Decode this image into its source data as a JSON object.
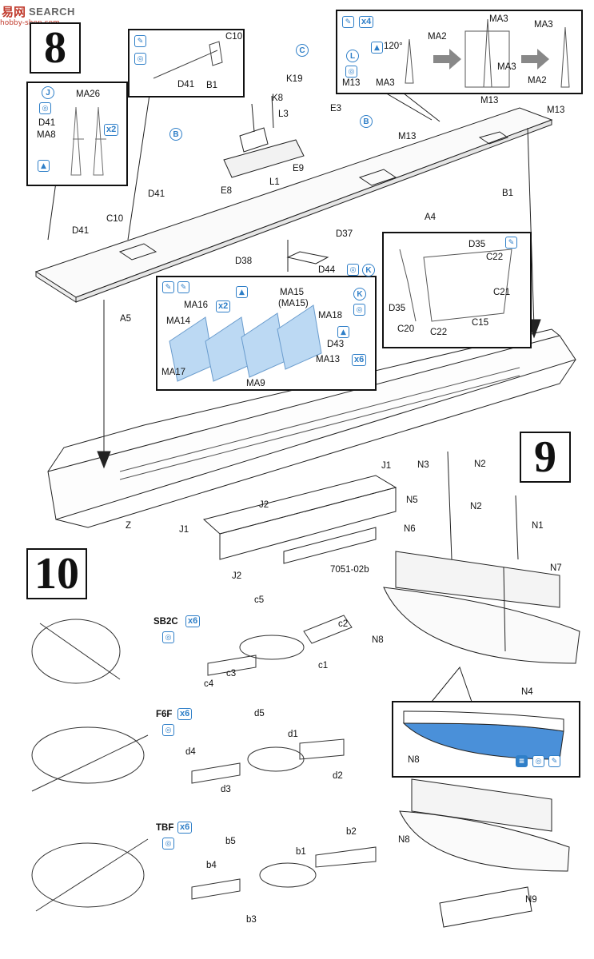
{
  "watermark": {
    "logo": "易网",
    "site": "hobby-shop.com",
    "search": "SEARCH"
  },
  "steps": {
    "s8": "8",
    "s9": "9",
    "s10": "10"
  },
  "colors": {
    "accent_blue": "#2f7fc8",
    "hull_blue": "#4a90d9",
    "line": "#222222"
  },
  "icons": [
    "paint-drop-icon",
    "glue-icon",
    "mirror-icon",
    "repeat-icon"
  ],
  "step8": {
    "labels": [
      "C10",
      "D41",
      "B1",
      "K19",
      "K8",
      "E3",
      "L3",
      "E8",
      "L1",
      "E9",
      "D41",
      "C10",
      "D41",
      "A4",
      "A5",
      "D37",
      "D38",
      "D44",
      "D35",
      "C22",
      "C21",
      "C15",
      "C20",
      "C22",
      "D35",
      "M13",
      "M13",
      "M13",
      "B1"
    ],
    "circle_labels": [
      "C",
      "B",
      "B"
    ],
    "callout_ma26": {
      "title": "MA26",
      "labels": [
        "D41",
        "MA8"
      ],
      "badge": "J",
      "qty": "x2"
    },
    "callout_ma3": {
      "labels": [
        "MA3",
        "MA3",
        "MA2",
        "MA3",
        "MA2",
        "MA3",
        "M13"
      ],
      "angle": "120°",
      "qty": "x4",
      "badge": "L"
    },
    "callout_ma": {
      "labels": [
        "MA15",
        "(MA15)",
        "MA16",
        "MA18",
        "MA14",
        "D43",
        "MA13",
        "MA17",
        "MA9"
      ],
      "qty": "x2",
      "qty2": "x6",
      "badge": "K"
    },
    "k_badge": "K"
  },
  "step9": {
    "labels": [
      "N2",
      "N3",
      "N5",
      "N2",
      "N1",
      "N6",
      "N7",
      "N8",
      "N4",
      "N8",
      "N8",
      "N9"
    ]
  },
  "stand": {
    "labels": [
      "J1",
      "J2",
      "J1",
      "J2",
      "Z",
      "7051-02b"
    ]
  },
  "step10": {
    "sb2c": {
      "name": "SB2C",
      "qty": "x6",
      "parts": [
        "c5",
        "c2",
        "c1",
        "c4",
        "c3"
      ]
    },
    "f6f": {
      "name": "F6F",
      "qty": "x6",
      "parts": [
        "d5",
        "d1",
        "d4",
        "d2",
        "d3"
      ]
    },
    "tbf": {
      "name": "TBF",
      "qty": "x6",
      "parts": [
        "b5",
        "b2",
        "b1",
        "b4",
        "b3"
      ]
    }
  }
}
